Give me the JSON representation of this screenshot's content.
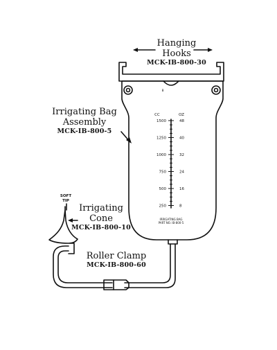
{
  "colors": {
    "line": "#111111",
    "background": "#ffffff"
  },
  "labels": {
    "hanging_hooks": {
      "line1": "Hanging",
      "line2": "Hooks",
      "part": "MCK-IB-800-30"
    },
    "bag_assembly": {
      "line1": "Irrigating Bag",
      "line2": "Assembly",
      "part": "MCK-IB-800-5"
    },
    "soft_tip": {
      "line1": "SOFT",
      "line2": "TIP"
    },
    "cone": {
      "line1": "Irrigating",
      "line2": "Cone",
      "part": "MCK-IB-800-10"
    },
    "roller_clamp": {
      "line1": "Roller Clamp",
      "part": "MCK-IB-800-60"
    }
  },
  "scale": {
    "unit_cc": "CC",
    "unit_oz": "OZ",
    "rows": [
      {
        "cc": "1500",
        "oz": "48"
      },
      {
        "cc": "1250",
        "oz": "40"
      },
      {
        "cc": "1000",
        "oz": "32"
      },
      {
        "cc": "750",
        "oz": "24"
      },
      {
        "cc": "500",
        "oz": "16"
      },
      {
        "cc": "250",
        "oz": "8"
      }
    ]
  },
  "bag_print": {
    "line1": "IRRIGATING BAG",
    "line2": "PART NO. IB-800-5"
  },
  "bag_mark": "8"
}
